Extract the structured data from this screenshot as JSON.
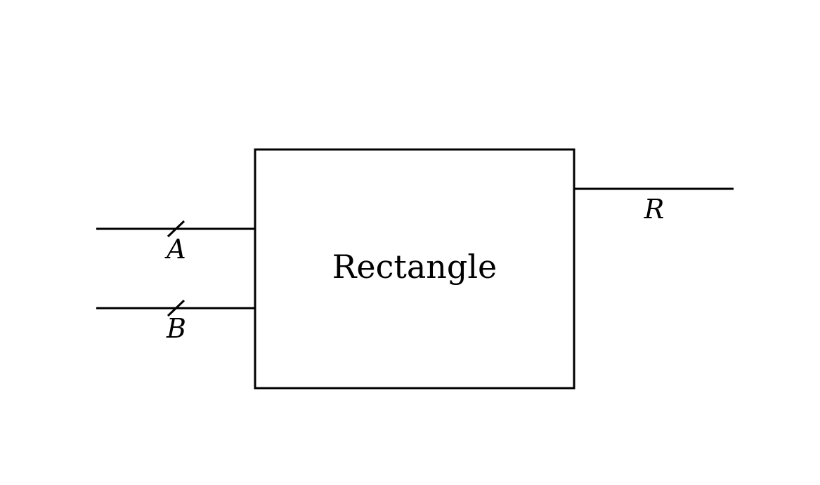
{
  "block": {
    "label": "Rectangle"
  },
  "inputs": [
    {
      "label": "A",
      "bus": true
    },
    {
      "label": "B",
      "bus": true
    }
  ],
  "outputs": [
    {
      "label": "R",
      "bus": false
    }
  ],
  "colors": {
    "stroke": "#000000",
    "background": "#ffffff"
  }
}
